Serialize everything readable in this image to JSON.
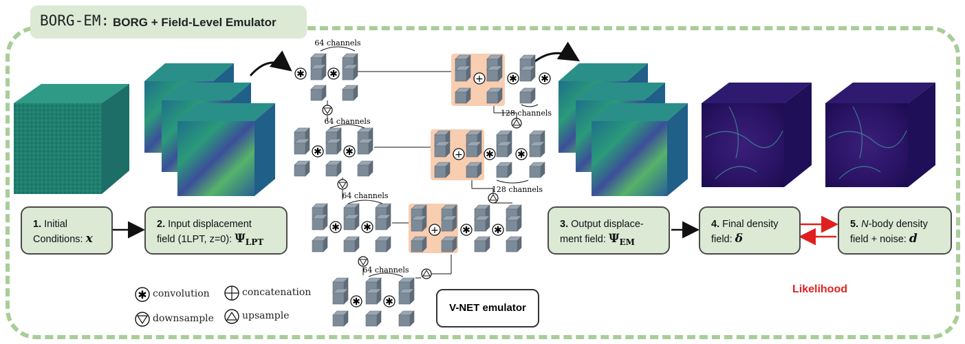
{
  "title": {
    "mono": "BORG-EM:",
    "rest": "BORG + Field-Level Emulator"
  },
  "steps": {
    "s1": {
      "num": "1.",
      "line1": "Initial",
      "line2": "Conditions:",
      "sym": "x"
    },
    "s2": {
      "num": "2.",
      "line1": "Input displacement",
      "line2": "field (1LPT, z=0):",
      "sym": "Ψ",
      "sub": "LPT"
    },
    "s3": {
      "num": "3.",
      "line1": "Output displace-",
      "line2": "ment field:",
      "sym": "Ψ",
      "sub": "EM"
    },
    "s4": {
      "num": "4.",
      "line1": "Final density",
      "line2": "field:",
      "sym": "δ"
    },
    "s5": {
      "num": "5.",
      "line1a": "N",
      "line1b": "-body density",
      "line2": "field + noise:",
      "sym": "d"
    }
  },
  "vnet_label": "V-NET emulator",
  "likelihood": "Likelihood",
  "channels": {
    "c64": "64 channels",
    "c128": "128 channels"
  },
  "legend": {
    "convolution": "convolution",
    "concatenation": "concatenation",
    "downsample": "downsample",
    "upsample": "upsample"
  },
  "colors": {
    "accent": "#a9cd99",
    "box_fill": "#dbe9d5",
    "red": "#e02020",
    "concat_fill": "#f8cdb0",
    "block": "#7d8b99"
  }
}
